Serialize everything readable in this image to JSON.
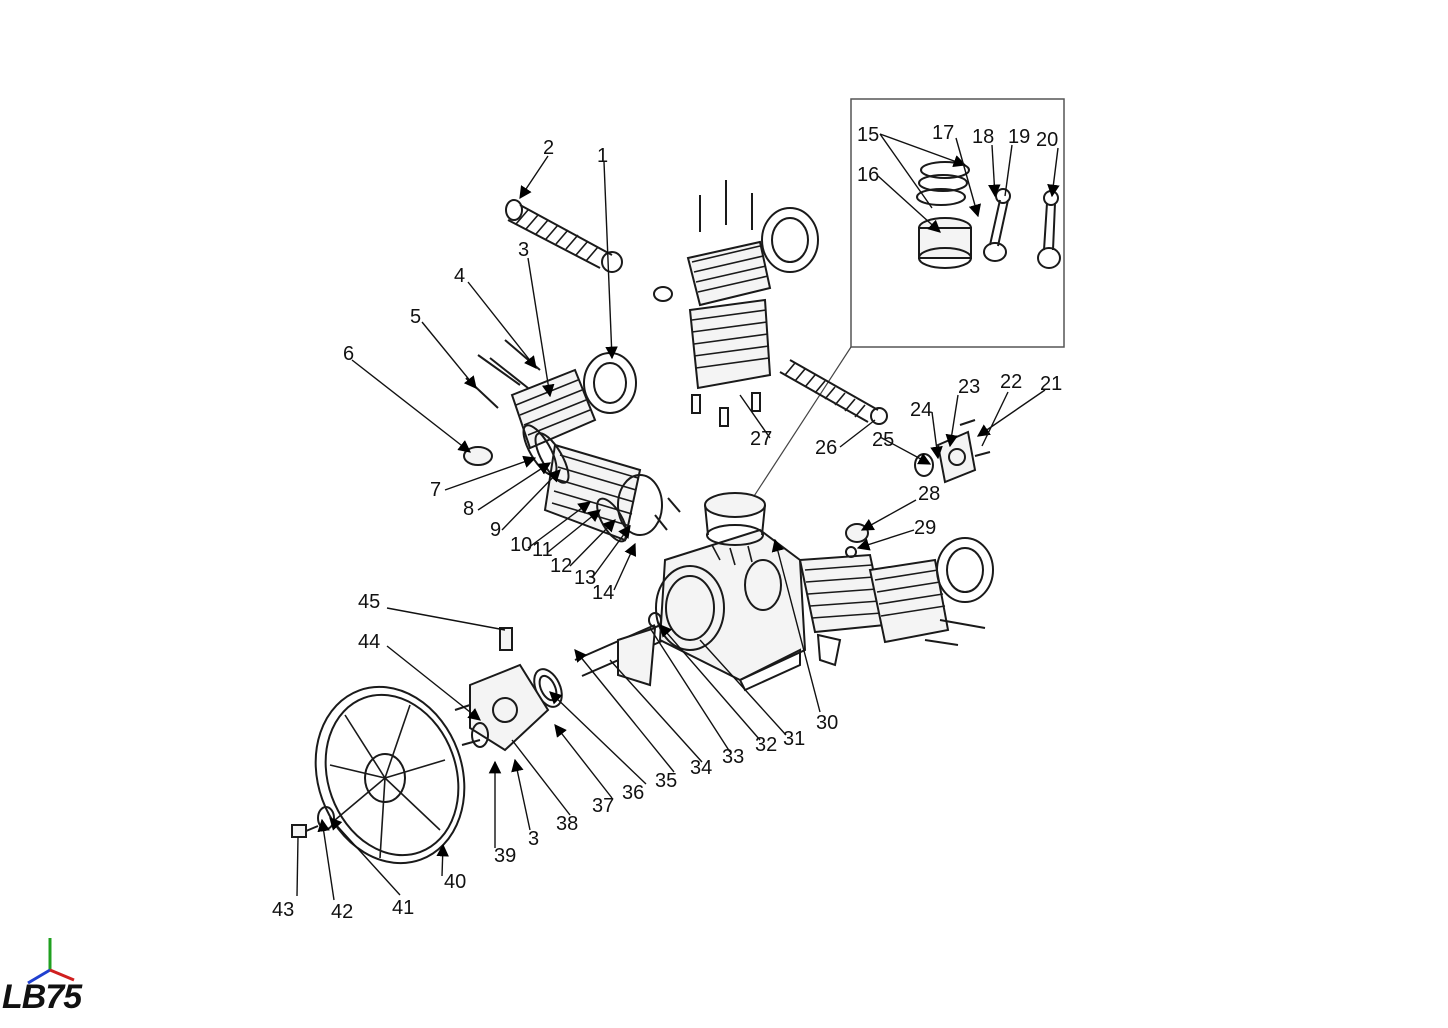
{
  "model_label": "LB75",
  "part_numbers": [
    "1",
    "2",
    "3",
    "4",
    "5",
    "6",
    "7",
    "8",
    "9",
    "10",
    "11",
    "12",
    "13",
    "14",
    "15",
    "16",
    "17",
    "18",
    "19",
    "20",
    "21",
    "22",
    "23",
    "24",
    "25",
    "26",
    "27",
    "28",
    "29",
    "30",
    "31",
    "32",
    "33",
    "34",
    "35",
    "36",
    "37",
    "38",
    "39",
    "3",
    "40",
    "41",
    "42",
    "43",
    "44",
    "45"
  ],
  "colors": {
    "line": "#1a1a1a",
    "inset_border": "#555555",
    "axis_x": "#d02020",
    "axis_y": "#20a020",
    "axis_z": "#2040d0"
  }
}
